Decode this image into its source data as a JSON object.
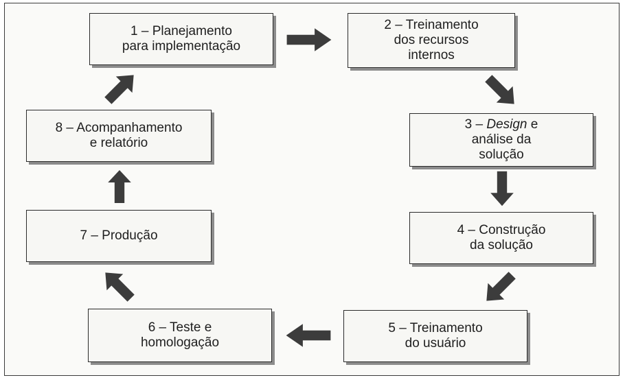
{
  "steps": [
    {
      "id": 1,
      "lines": [
        "1 – Planejamento",
        "para implementação"
      ]
    },
    {
      "id": 2,
      "lines": [
        "2 – Treinamento",
        "dos recursos",
        "internos"
      ]
    },
    {
      "id": 3,
      "lines_rich": [
        {
          "pre": "3 – ",
          "em": "Design",
          "post": " e"
        }
      ],
      "lines": [
        "análise da",
        "solução"
      ]
    },
    {
      "id": 4,
      "lines": [
        "4 – Construção",
        "da solução"
      ]
    },
    {
      "id": 5,
      "lines": [
        "5 – Treinamento",
        "do usuário"
      ]
    },
    {
      "id": 6,
      "lines": [
        "6 – Teste e",
        "homologação"
      ]
    },
    {
      "id": 7,
      "lines": [
        "7 – Produção"
      ]
    },
    {
      "id": 8,
      "lines": [
        "8 – Acompanhamento",
        "e relatório"
      ]
    }
  ],
  "colors": {
    "box_border": "#2a2a2a",
    "arrow": "#3c3c3c",
    "text": "#1e1e1e"
  }
}
